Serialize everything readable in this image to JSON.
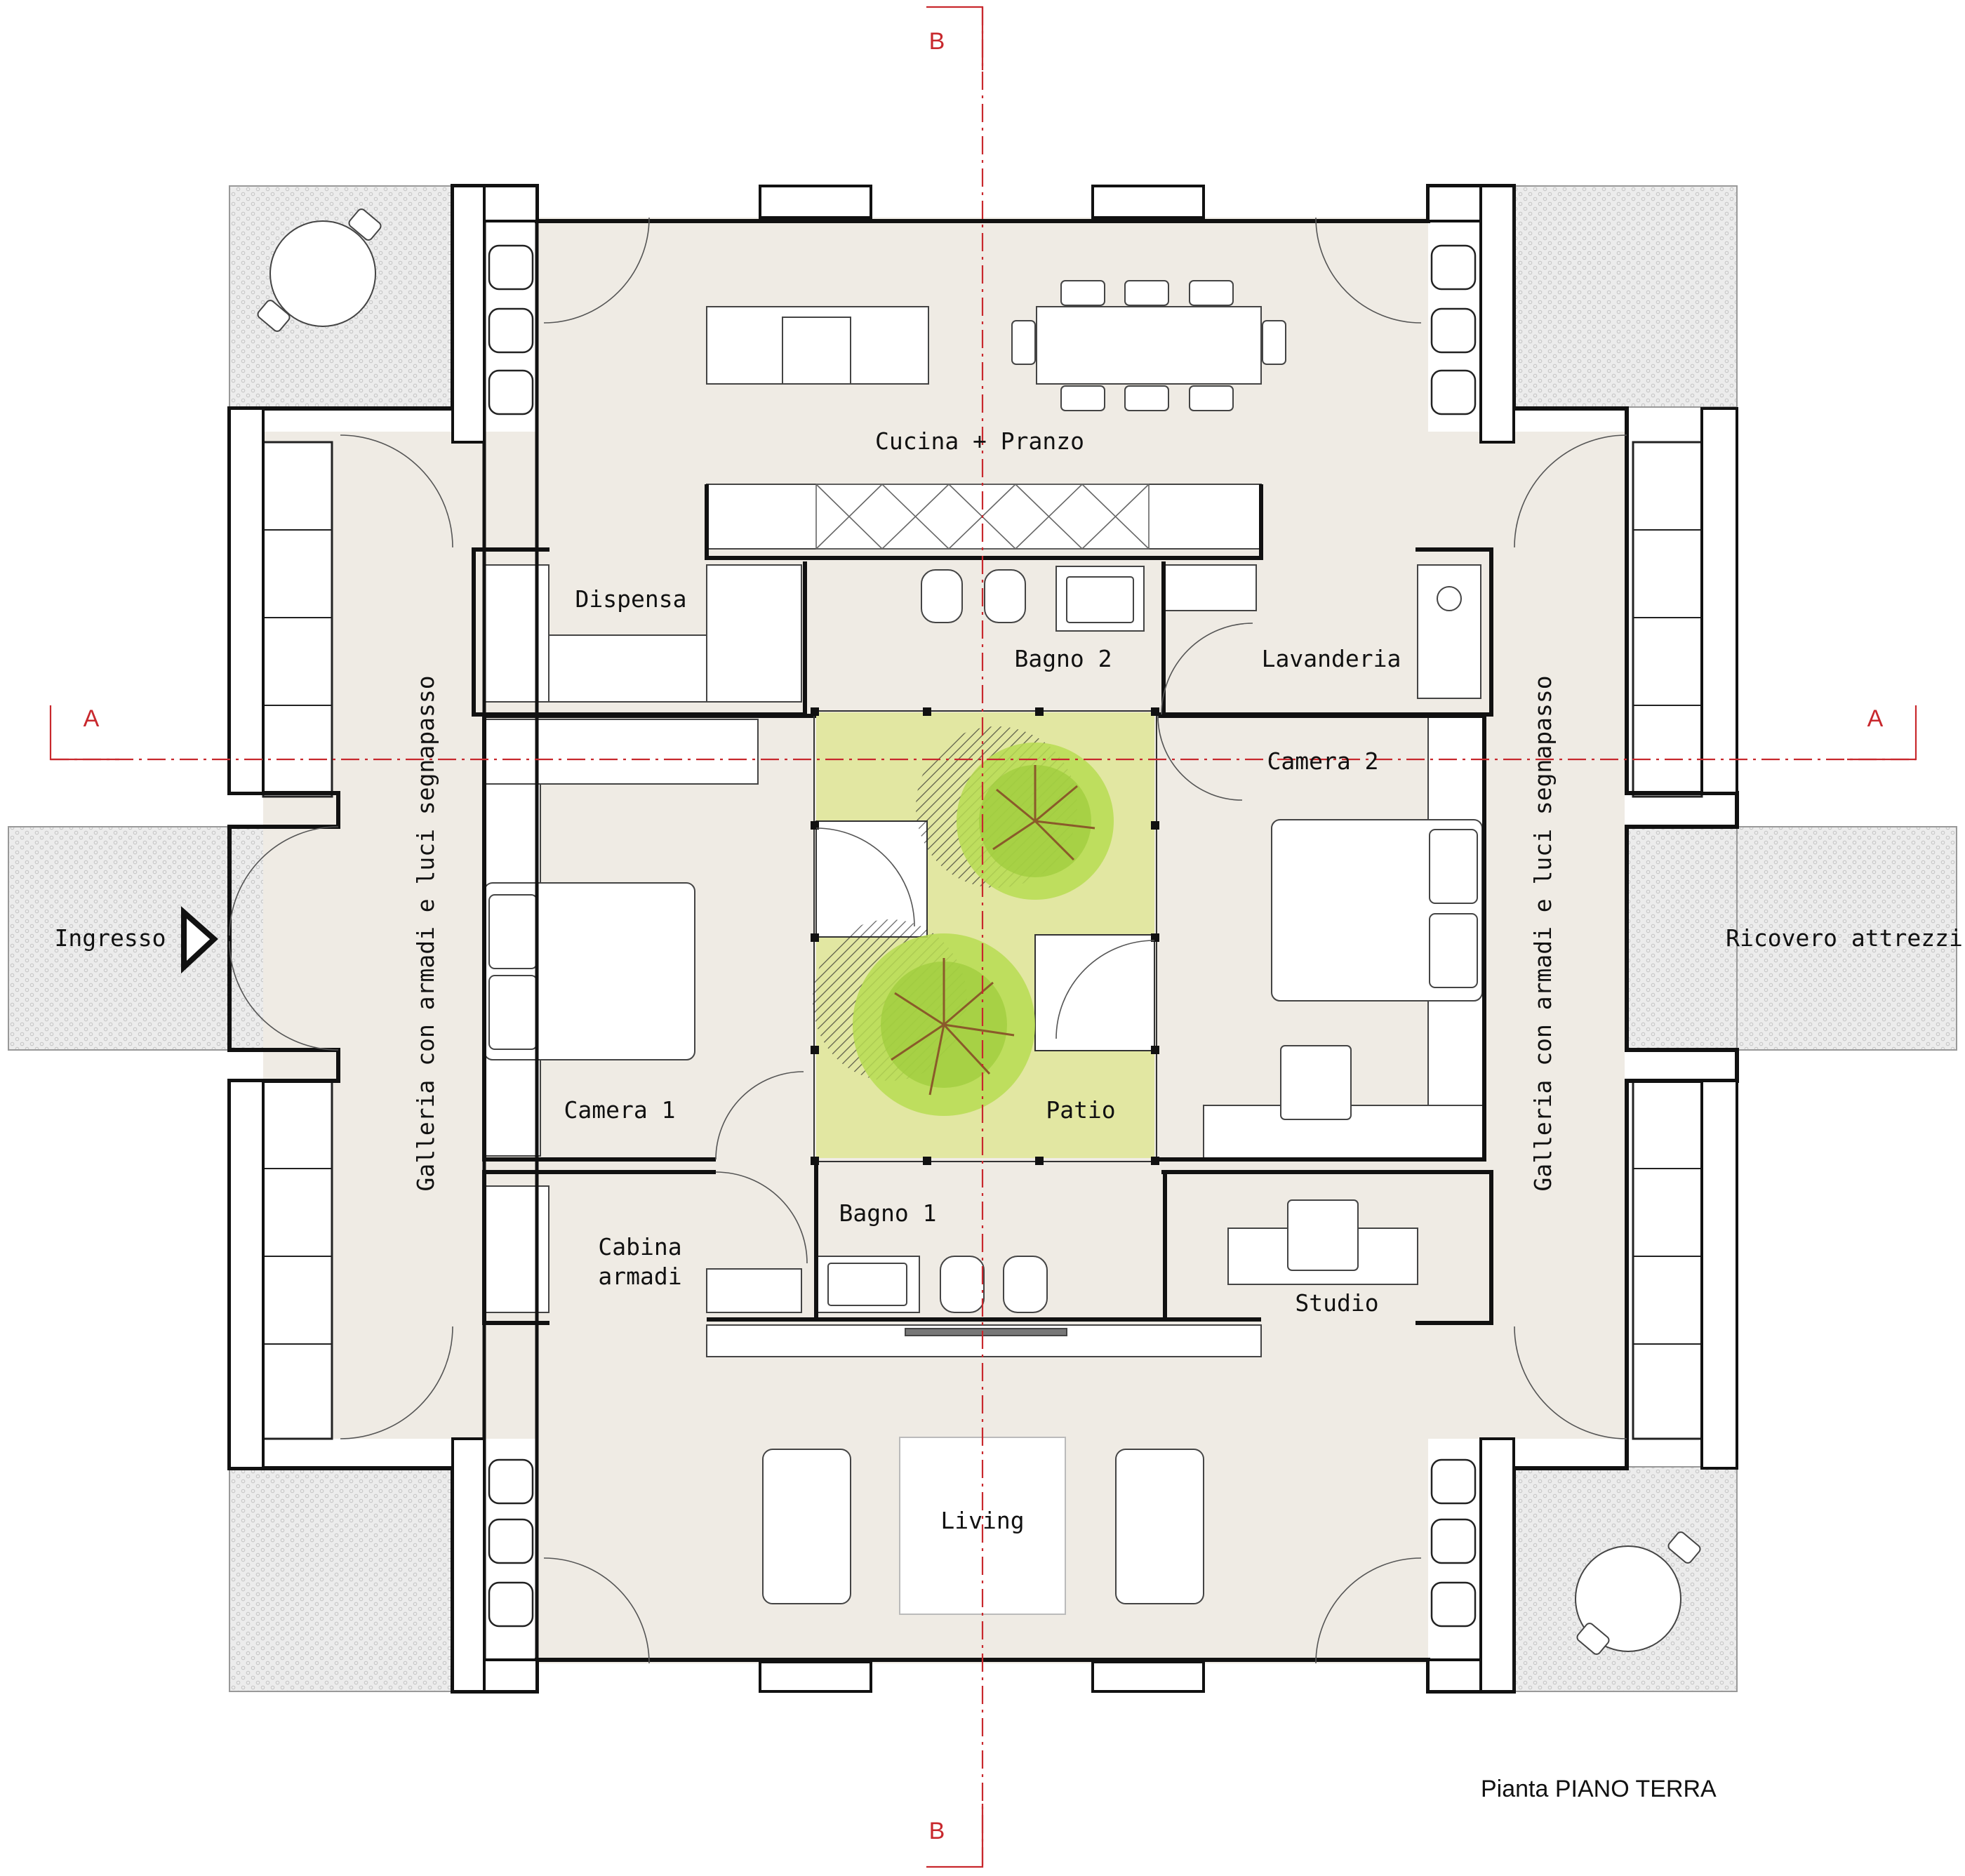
{
  "plan_title": "Pianta PIANO TERRA",
  "rooms": {
    "cucina_pranzo": "Cucina + Pranzo",
    "dispensa": "Dispensa",
    "bagno_2": "Bagno 2",
    "lavanderia": "Lavanderia",
    "camera_2": "Camera 2",
    "camera_1": "Camera 1",
    "patio": "Patio",
    "bagno_1": "Bagno 1",
    "cabina_armadi_line1": "Cabina",
    "cabina_armadi_line2": "armadi",
    "studio": "Studio",
    "living": "Living",
    "ingresso": "Ingresso",
    "ricovero_attrezzi": "Ricovero attrezzi",
    "galleria": "Galleria con armadi e luci segnapasso"
  },
  "section_marks": {
    "a_left": "A",
    "a_right": "A",
    "b_top": "B",
    "b_bottom": "B"
  },
  "colors": {
    "floor": "#efebe4",
    "patio": "#e2e7a2",
    "wall": "#111111",
    "section_line": "#c8282d",
    "outdoor_paving": "#e8e8e8",
    "tree": "#9ccc3a"
  }
}
